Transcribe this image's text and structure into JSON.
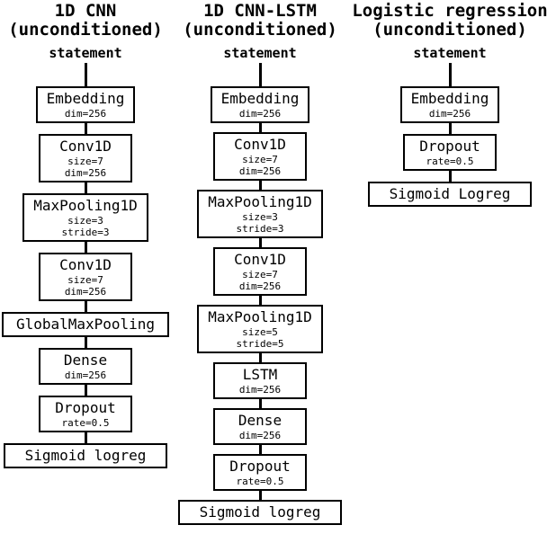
{
  "diagram": {
    "background_color": "#ffffff",
    "line_color": "#000000",
    "columns": [
      {
        "title_line1": "1D CNN",
        "title_line2": "(unconditioned)",
        "input_label": "statement",
        "layers": [
          {
            "label": "Embedding",
            "params": [
              "dim=256"
            ]
          },
          {
            "label": "Conv1D",
            "params": [
              "size=7",
              "dim=256"
            ]
          },
          {
            "label": "MaxPooling1D",
            "params": [
              "size=3",
              "stride=3"
            ]
          },
          {
            "label": "Conv1D",
            "params": [
              "size=7",
              "dim=256"
            ]
          },
          {
            "label": "GlobalMaxPooling",
            "params": []
          },
          {
            "label": "Dense",
            "params": [
              "dim=256"
            ]
          },
          {
            "label": "Dropout",
            "params": [
              "rate=0.5"
            ]
          },
          {
            "label": "Sigmoid logreg",
            "params": []
          }
        ]
      },
      {
        "title_line1": "1D CNN-LSTM",
        "title_line2": "(unconditioned)",
        "input_label": "statement",
        "layers": [
          {
            "label": "Embedding",
            "params": [
              "dim=256"
            ]
          },
          {
            "label": "Conv1D",
            "params": [
              "size=7",
              "dim=256"
            ]
          },
          {
            "label": "MaxPooling1D",
            "params": [
              "size=3",
              "stride=3"
            ]
          },
          {
            "label": "Conv1D",
            "params": [
              "size=7",
              "dim=256"
            ]
          },
          {
            "label": "MaxPooling1D",
            "params": [
              "size=5",
              "stride=5"
            ]
          },
          {
            "label": "LSTM",
            "params": [
              "dim=256"
            ]
          },
          {
            "label": "Dense",
            "params": [
              "dim=256"
            ]
          },
          {
            "label": "Dropout",
            "params": [
              "rate=0.5"
            ]
          },
          {
            "label": "Sigmoid logreg",
            "params": []
          }
        ]
      },
      {
        "title_line1": "Logistic regression",
        "title_line2": "(unconditioned)",
        "input_label": "statement",
        "layers": [
          {
            "label": "Embedding",
            "params": [
              "dim=256"
            ]
          },
          {
            "label": "Dropout",
            "params": [
              "rate=0.5"
            ]
          },
          {
            "label": "Sigmoid Logreg",
            "params": []
          }
        ]
      }
    ]
  }
}
